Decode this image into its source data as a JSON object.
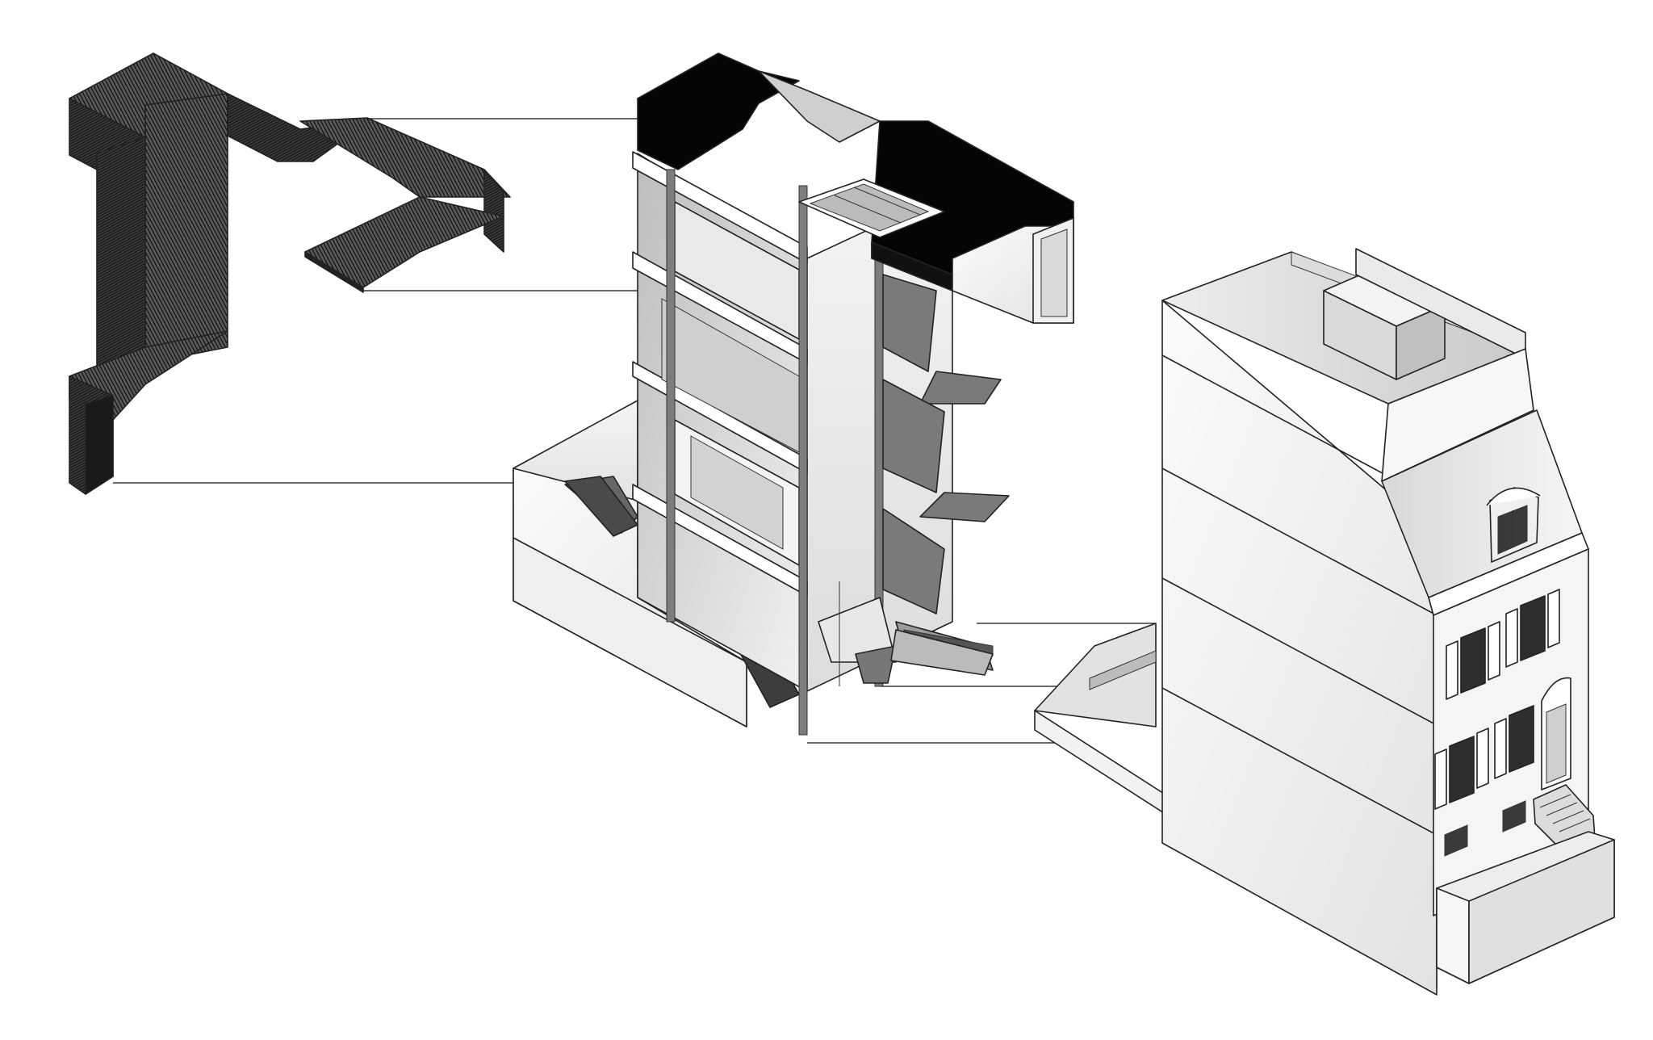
{
  "diagram": {
    "type": "exploded-axonometric",
    "components": [
      {
        "name": "stair-spine-element",
        "icon": "wireframe-spine"
      },
      {
        "name": "interior-cutaway",
        "icon": "section-cutaway"
      },
      {
        "name": "rowhouse-exterior",
        "icon": "building-massing"
      }
    ],
    "colors": {
      "background": "#ffffff",
      "ink": "#111111",
      "roof_black": "#050505",
      "wall_light": "#f2f2f2",
      "wall_mid": "#cfcfcf",
      "wall_dark": "#8a8a8a"
    },
    "text_labels": []
  }
}
